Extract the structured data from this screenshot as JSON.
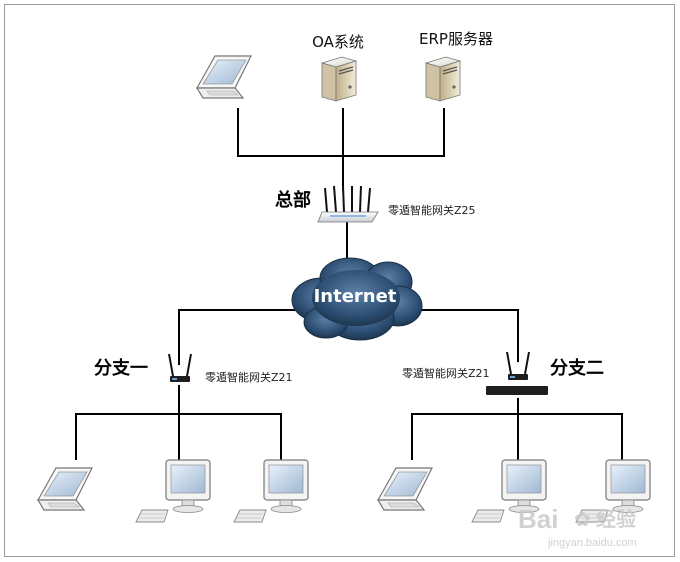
{
  "headquarters": {
    "label": "总部",
    "gateway_label": "零遁智能网关Z25",
    "servers": [
      {
        "label": "OA系统",
        "icon": "server-icon"
      },
      {
        "label": "ERP服务器",
        "icon": "server-icon"
      }
    ],
    "laptop_icon": "laptop-icon"
  },
  "cloud": {
    "label": "Internet",
    "color": "#2d4f74",
    "icon": "cloud-icon"
  },
  "branch_one": {
    "label": "分支一",
    "gateway_label": "零遁智能网关Z21"
  },
  "branch_two": {
    "label": "分支二",
    "gateway_label": "零遁智能网关Z21"
  },
  "watermark": {
    "brand": "Bai",
    "brand2": "经验",
    "url": "jingyan.baidu.com"
  },
  "colors": {
    "line": "#000000",
    "border": "#9a9a9a"
  }
}
